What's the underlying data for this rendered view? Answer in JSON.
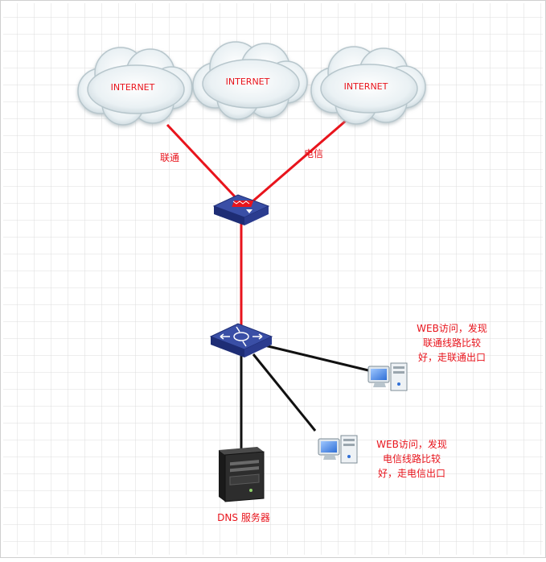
{
  "clouds": [
    {
      "label": "INTERNET"
    },
    {
      "label": "INTERNET"
    },
    {
      "label": "INTERNET"
    }
  ],
  "links": {
    "unicom_label": "联通",
    "telecom_label": "电信"
  },
  "clients": {
    "client1_lines": [
      "WEB访问，发现",
      "联通线路比较",
      "好，走联通出口"
    ],
    "client2_lines": [
      "WEB访问，发现",
      "电信线路比较",
      "好，走电信出口"
    ]
  },
  "server": {
    "label": "DNS 服务器"
  },
  "colors": {
    "isp_link": "#e8141c",
    "lan_link": "#111111",
    "annotation_text": "#e8141c",
    "cloud_fill": "#e6eef2",
    "device_blue": "#3a4fa6",
    "grid": "#dcdcdc"
  }
}
